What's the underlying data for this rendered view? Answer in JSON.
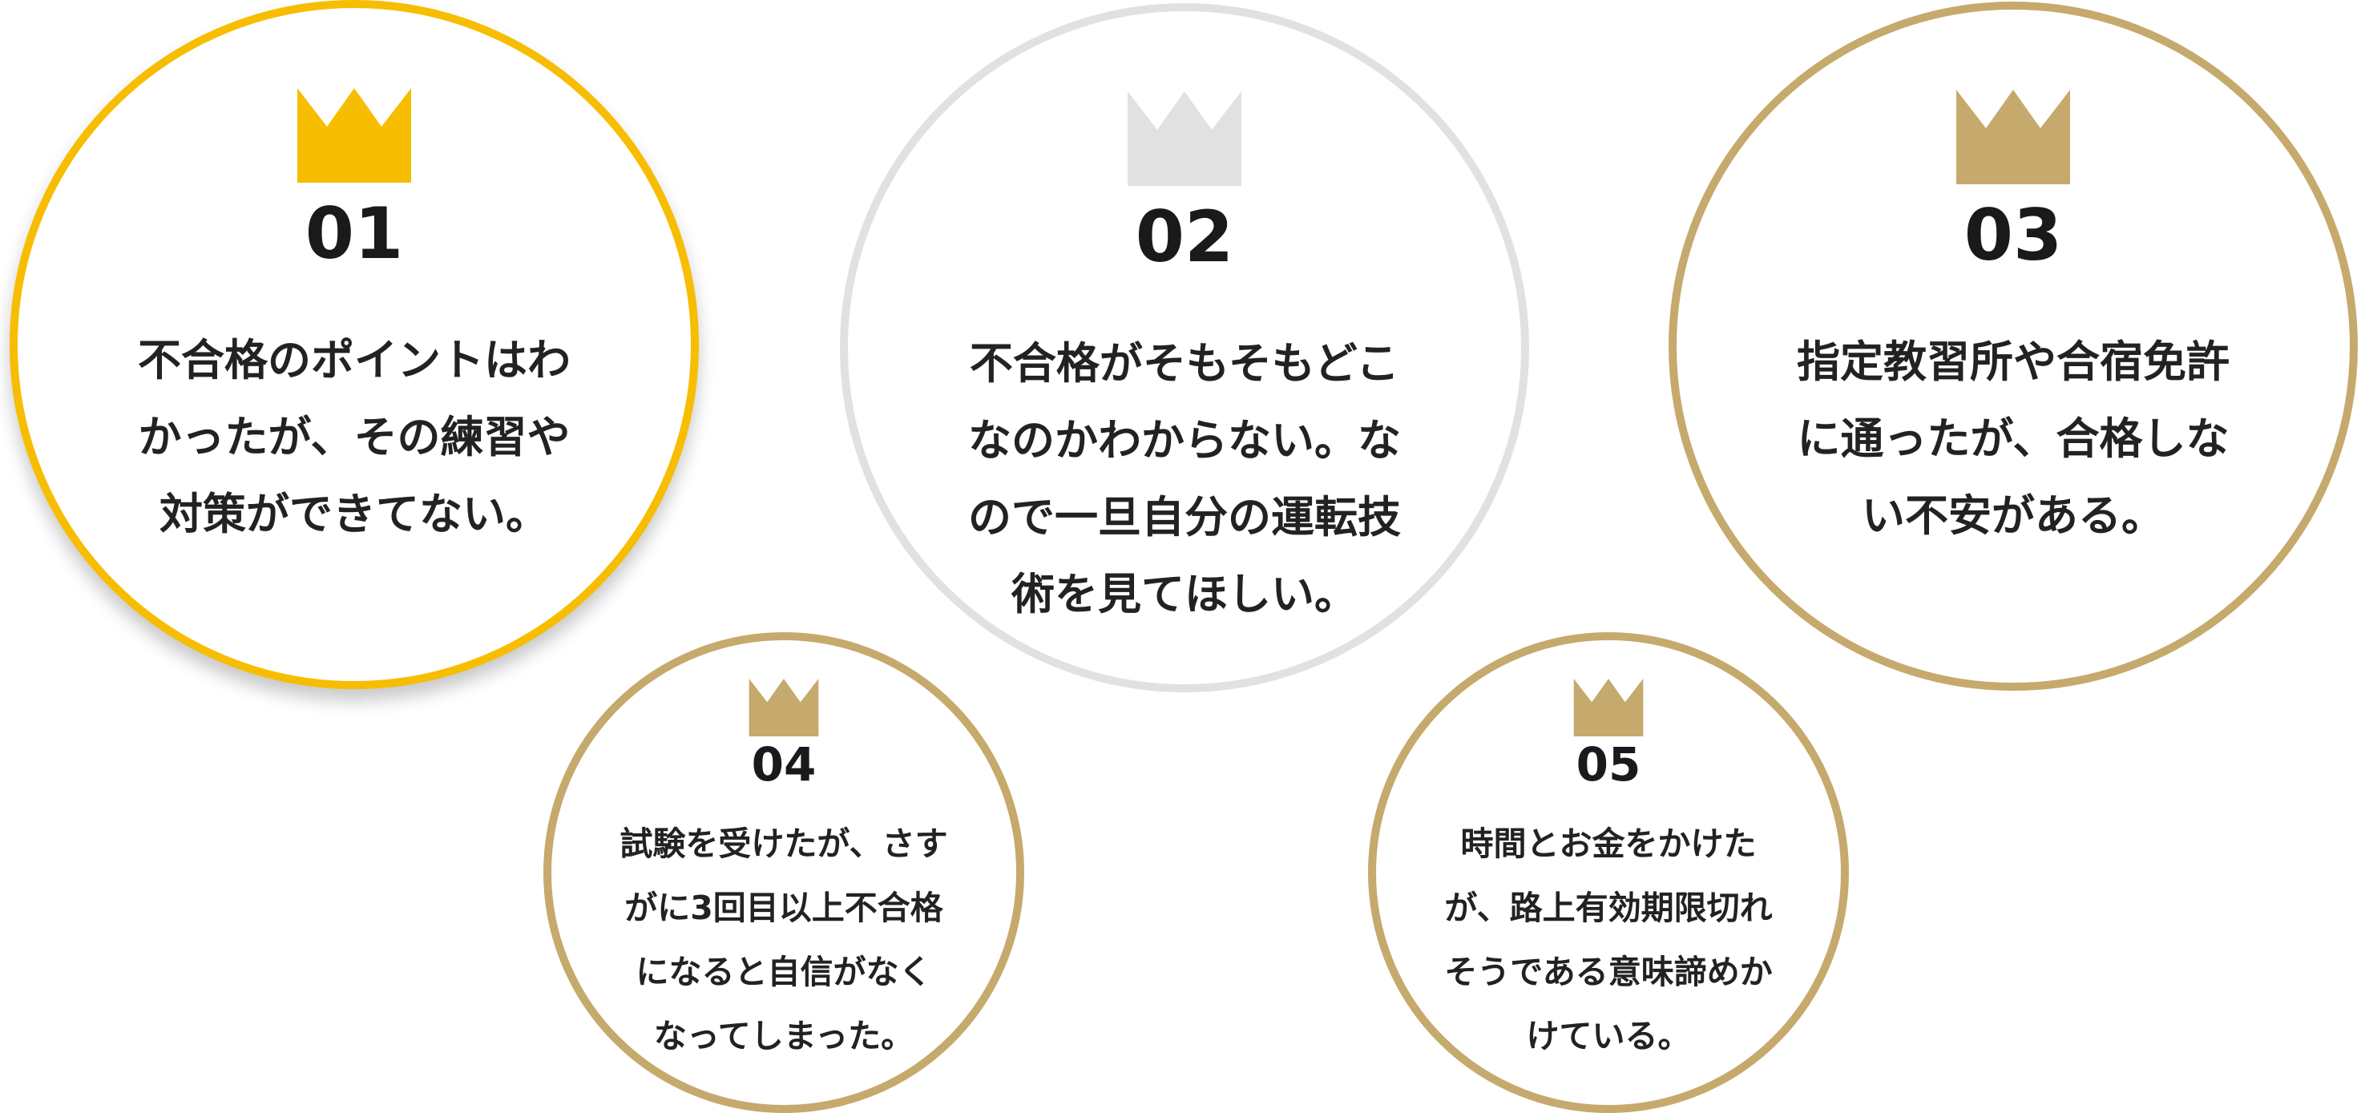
{
  "colors": {
    "gold": "#f7bd00",
    "silver": "#e1e1e1",
    "bronze": "#c6a96c",
    "text": "#222222"
  },
  "items": [
    {
      "number": "01",
      "icon": "crown-icon",
      "color": "#f7bd00",
      "lines": [
        "不合格のポイントはわ",
        "かったが、その練習や",
        "対策ができてない。"
      ]
    },
    {
      "number": "02",
      "icon": "crown-icon",
      "color": "#e1e1e1",
      "lines": [
        "不合格がそもそもどこ",
        "なのかわからない。な",
        "ので一旦自分の運転技",
        "術を見てほしい。"
      ]
    },
    {
      "number": "03",
      "icon": "crown-icon",
      "color": "#c6a96c",
      "lines": [
        "指定教習所や合宿免許",
        "に通ったが、合格しな",
        "い不安がある。"
      ]
    },
    {
      "number": "04",
      "icon": "crown-icon",
      "color": "#c6a96c",
      "lines": [
        "試験を受けたが、さす",
        "がに3回目以上不合格",
        "になると自信がなく",
        "なってしまった。"
      ]
    },
    {
      "number": "05",
      "icon": "crown-icon",
      "color": "#c6a96c",
      "lines": [
        "時間とお金をかけた",
        "が、路上有効期限切れ",
        "そうである意味諦めか",
        "けている。"
      ]
    }
  ]
}
